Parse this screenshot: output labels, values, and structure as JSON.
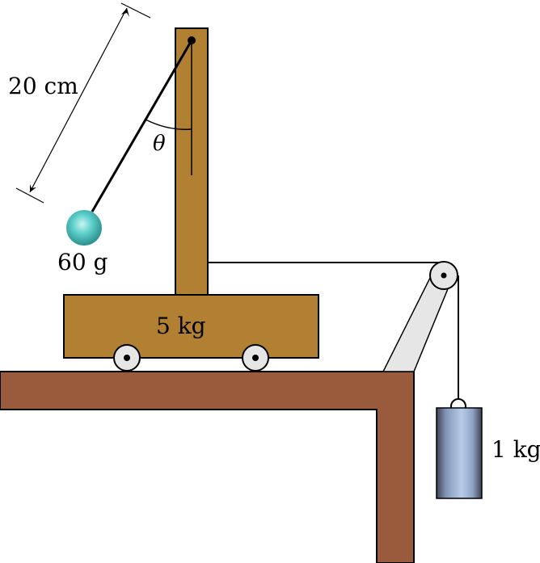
{
  "labels": {
    "length": "20 cm",
    "angle": "θ",
    "ball_mass": "60 g",
    "cart_mass": "5 kg",
    "hanging_mass": "1 kg"
  },
  "colors": {
    "wood": "#b28033",
    "table": "#9a5a3c",
    "bracket": "#e6e6e6",
    "wheel": "#e6e6e6",
    "ball": "#4fc9c4",
    "weight": "#9db5d8",
    "line": "#000000"
  }
}
